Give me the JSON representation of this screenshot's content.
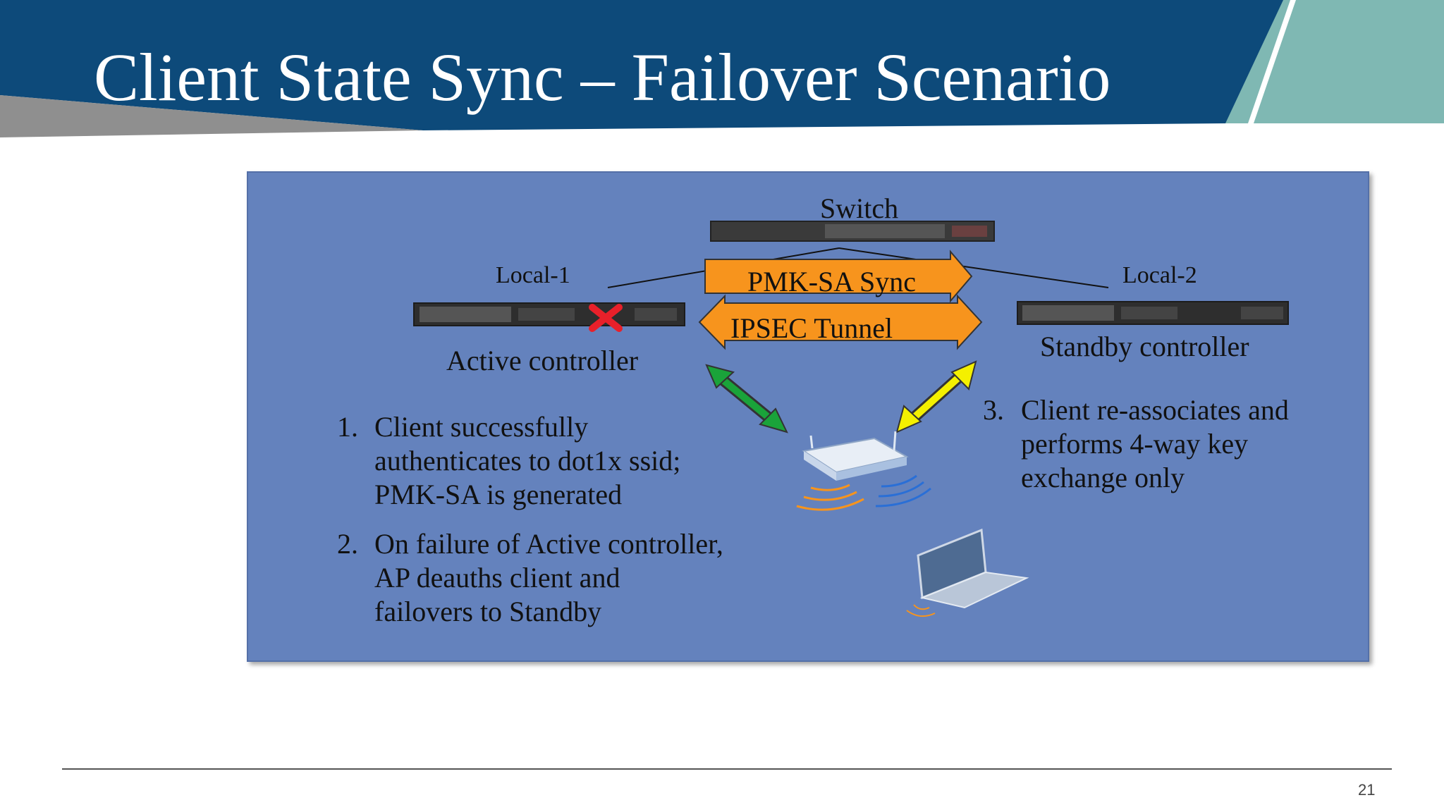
{
  "title": "Client State Sync – Failover Scenario",
  "labels": {
    "switch": "Switch",
    "local1": "Local-1",
    "local2": "Local-2",
    "active": "Active controller",
    "standby": "Standby controller",
    "pmk_sync": "PMK-SA Sync",
    "ipsec": "IPSEC Tunnel"
  },
  "steps": [
    {
      "num": "1.",
      "lines": [
        "Client successfully",
        "authenticates to dot1x ssid;",
        "PMK-SA is generated"
      ]
    },
    {
      "num": "2.",
      "lines": [
        " On failure of Active controller,",
        "AP  deauths client and",
        "failovers to Standby"
      ]
    },
    {
      "num": "3.",
      "lines": [
        " Client re-associates and",
        "performs 4-way key",
        "exchange only"
      ]
    }
  ],
  "icons": {
    "switch": "network-switch-icon",
    "controller": "controller-appliance-icon",
    "failure": "red-x-icon",
    "ap": "wireless-access-point-icon",
    "client": "laptop-icon"
  },
  "colors": {
    "header_blue": "#0d4a7a",
    "panel_blue": "#6482bd",
    "arrow_orange": "#f7941d",
    "arrow_green": "#1aa33a",
    "arrow_yellow": "#f4f000",
    "fail_red": "#e8202a"
  },
  "page_number": "21"
}
